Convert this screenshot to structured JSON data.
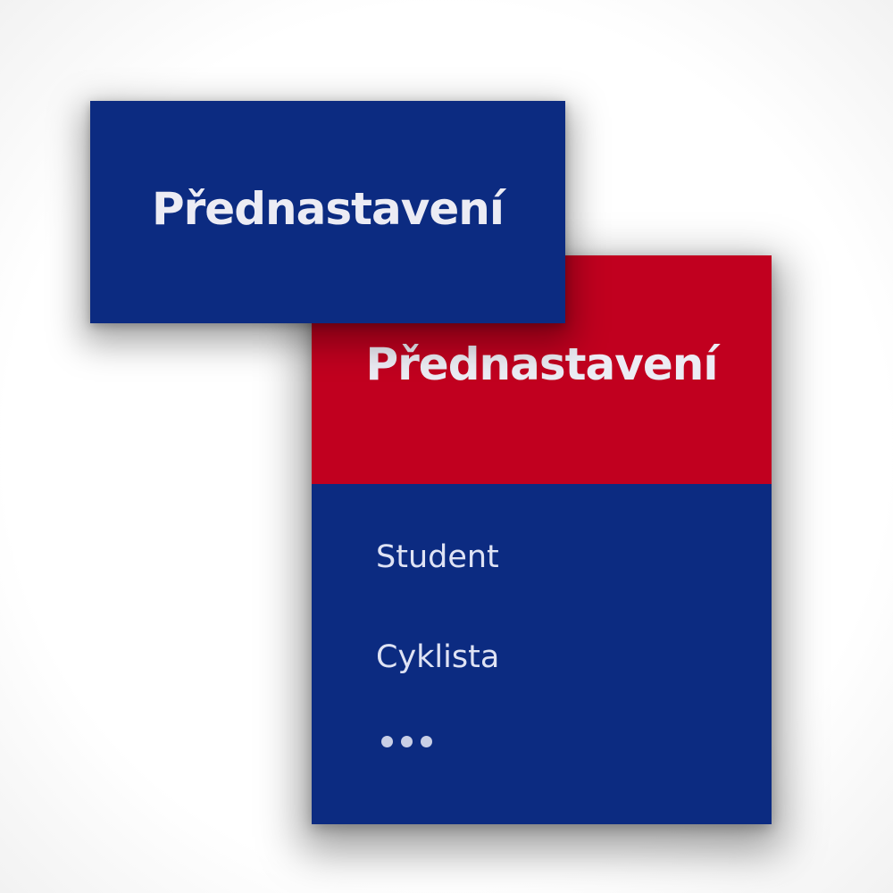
{
  "preset_button": {
    "label": "Přednastavení"
  },
  "dropdown": {
    "header_label": "Přednastavení",
    "items": [
      {
        "label": "Student"
      },
      {
        "label": "Cyklista"
      }
    ],
    "more_icon": "ellipsis-icon"
  },
  "colors": {
    "navy": "#0c2b81",
    "red": "#c1001f",
    "text": "#ececf4"
  }
}
